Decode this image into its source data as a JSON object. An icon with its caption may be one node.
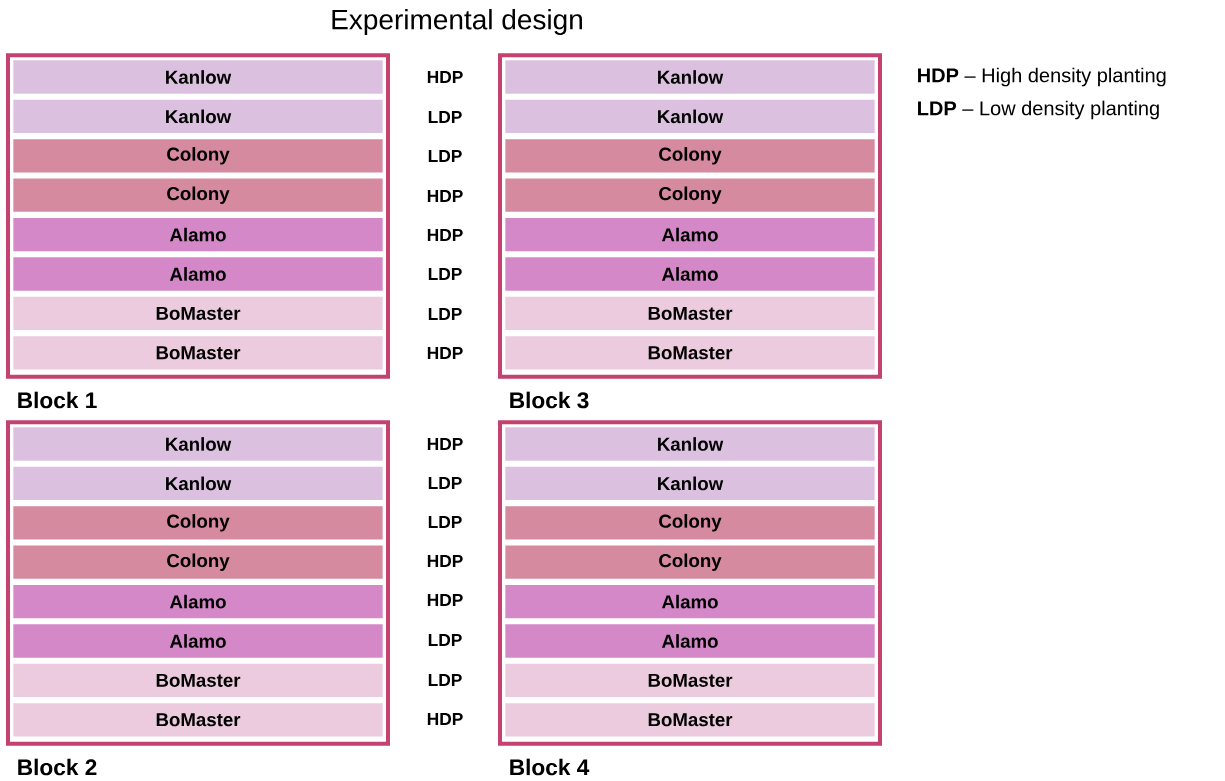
{
  "diagram": {
    "title": "Experimental design",
    "nodes": [
      {
        "text": [
          "Block 1"
        ]
      },
      {
        "text": [
          "Kanlow"
        ],
        "in": 0
      },
      {
        "text": [
          "Kanlow"
        ],
        "in": 0
      },
      {
        "text": [
          "Colony"
        ],
        "in": 0
      },
      {
        "text": [
          "Colony"
        ],
        "in": 0
      },
      {
        "text": [
          "Alamo"
        ],
        "in": 0
      },
      {
        "text": [
          "Alamo"
        ],
        "in": 0
      },
      {
        "text": [
          "BoMaster"
        ],
        "in": 0
      },
      {
        "text": [
          "BoMaster"
        ],
        "in": 0
      },
      {
        "text": [
          "Block 3"
        ]
      },
      {
        "text": [
          "Kanlow"
        ],
        "in": 9
      },
      {
        "text": [
          "Kanlow"
        ],
        "in": 9
      },
      {
        "text": [
          "Colony"
        ],
        "in": 9
      },
      {
        "text": [
          "Colony"
        ],
        "in": 9
      },
      {
        "text": [
          "Alamo"
        ],
        "in": 9
      },
      {
        "text": [
          "Alamo"
        ],
        "in": 9
      },
      {
        "text": [
          "BoMaster"
        ],
        "in": 9
      },
      {
        "text": [
          "BoMaster"
        ],
        "in": 9
      },
      {
        "text": [
          "Block 2"
        ]
      },
      {
        "text": [
          "Kanlow"
        ],
        "in": 18
      },
      {
        "text": [
          "Kanlow"
        ],
        "in": 18
      },
      {
        "text": [
          "Colony"
        ],
        "in": 18
      },
      {
        "text": [
          "Colony"
        ],
        "in": 18
      },
      {
        "text": [
          "Alamo"
        ],
        "in": 18
      },
      {
        "text": [
          "Alamo"
        ],
        "in": 18
      },
      {
        "text": [
          "BoMaster"
        ],
        "in": 18
      },
      {
        "text": [
          "BoMaster"
        ],
        "in": 18
      },
      {
        "text": [
          "Block 4"
        ]
      },
      {
        "text": [
          "Kanlow"
        ],
        "in": 27
      },
      {
        "text": [
          "Kanlow"
        ],
        "in": 27
      },
      {
        "text": [
          "Colony"
        ],
        "in": 27
      },
      {
        "text": [
          "Colony"
        ],
        "in": 27
      },
      {
        "text": [
          "Alamo"
        ],
        "in": 27
      },
      {
        "text": [
          "Alamo"
        ],
        "in": 27
      },
      {
        "text": [
          "BoMaster"
        ],
        "in": 27
      },
      {
        "text": [
          "BoMaster"
        ],
        "in": 27
      }
    ],
    "labels": [
      "HDP",
      "**HDP** – High density planting",
      "LDP",
      "**LDP** – Low density planting",
      "LDP",
      "HDP",
      "HDP",
      "LDP",
      "LDP",
      "HDP",
      "HDP",
      "LDP",
      "LDP",
      "HDP",
      "HDP",
      "LDP",
      "LDP",
      "HDP"
    ]
  }
}
